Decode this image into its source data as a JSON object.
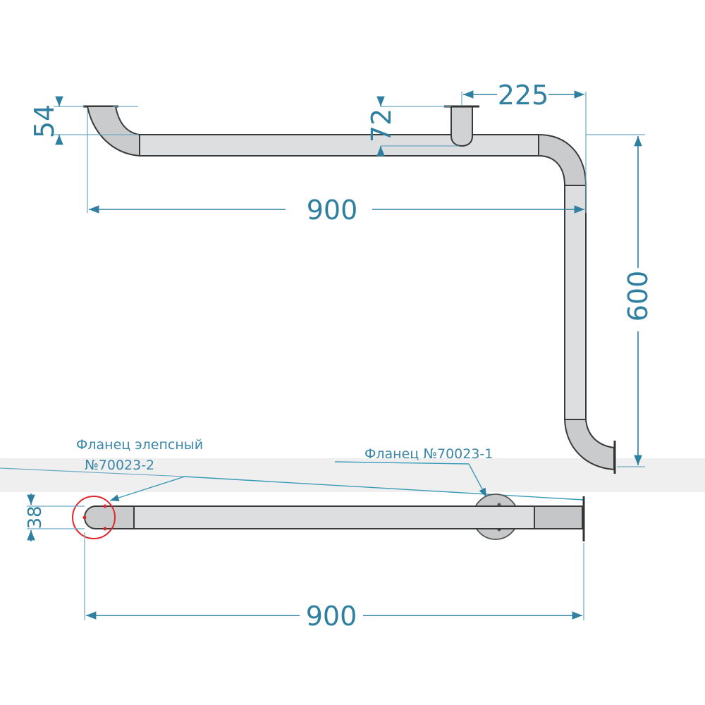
{
  "dimensions": {
    "top_length": "900",
    "bottom_length": "900",
    "height": "600",
    "offset": "225",
    "drop_72": "72",
    "drop_54": "54",
    "diameter": "38"
  },
  "labels": {
    "flange_elliptic_line1": "Фланец элепсный",
    "flange_elliptic_line2": "№70023-2",
    "flange_round": "Фланец №70023-1"
  },
  "colors": {
    "tube_fill": "#d9dbdd",
    "tube_shade": "#c4c6c8",
    "dimension": "#2f7fa0",
    "highlight": "#e0252b",
    "band": "#ececec"
  }
}
